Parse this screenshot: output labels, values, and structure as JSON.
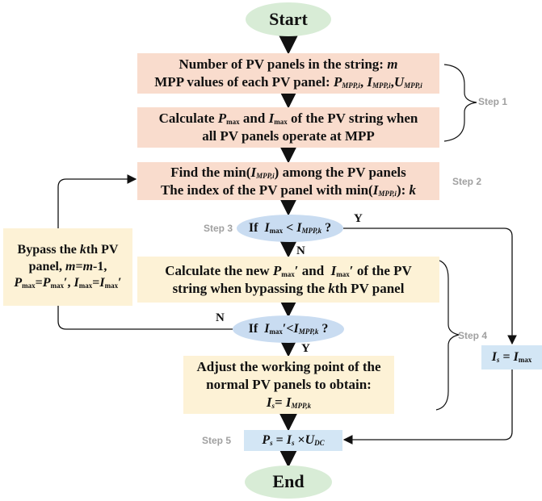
{
  "start": "Start",
  "end": "End",
  "box1": {
    "line1": "Number of PV panels in the string: m",
    "line2": "MPP values of each PV panel: P_MPP,i, I_MPP,i, U_MPP,i"
  },
  "box2": {
    "line1": "Calculate P_max and I_max of the PV string when",
    "line2": "all PV panels operate at MPP"
  },
  "box3": {
    "line1": "Find the min(I_MPP,i) among the PV panels",
    "line2": "The index of the PV panel with min(I_MPP,i): k"
  },
  "decision1": "If I_max < I_MPP,k ?",
  "box4": {
    "line1": "Calculate the new P_max′ and I_max′ of the PV",
    "line2": "string when bypassing the kth PV panel"
  },
  "decision2": "If I_max′ < I_MPP,k ?",
  "box5": {
    "line1": "Adjust the working point of the",
    "line2": "normal PV panels to obtain:",
    "line3": "I_s = I_MPP,k"
  },
  "bypass": {
    "line1": "Bypass the kth PV",
    "line2": "panel, m=m-1,",
    "line3": "P_max=P_max′, I_max=I_max′"
  },
  "is_box": "I_s = I_max",
  "ps_box": "P_s = I_s × U_DC",
  "steps": {
    "s1": "Step 1",
    "s2": "Step 2",
    "s3": "Step 3",
    "s4": "Step 4",
    "s5": "Step 5"
  },
  "labels": {
    "y1": "Y",
    "n1": "N",
    "n2": "N",
    "y2": "Y"
  }
}
